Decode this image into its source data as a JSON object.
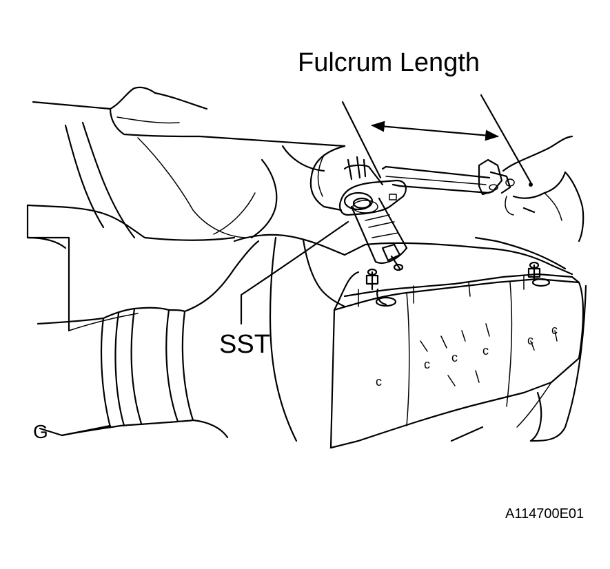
{
  "labels": {
    "fulcrum_length": "Fulcrum Length",
    "sst": "SST",
    "g": "G",
    "figure_code": "A114700E01"
  },
  "colors": {
    "line": "#000000",
    "background": "#ffffff"
  }
}
